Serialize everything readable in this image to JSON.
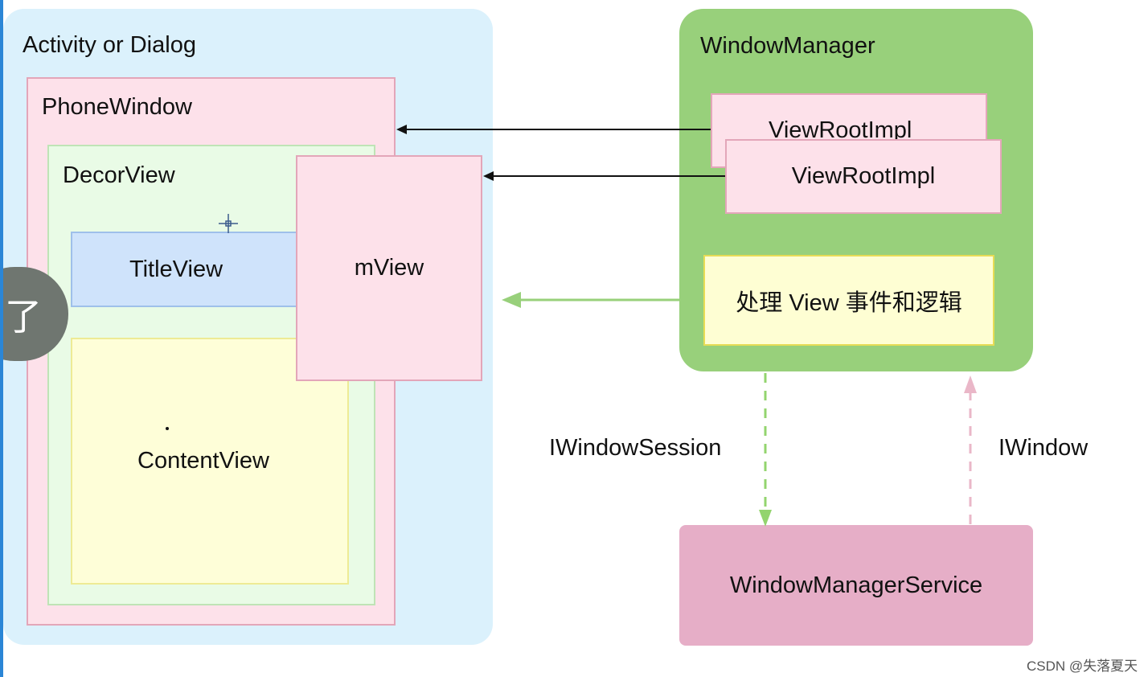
{
  "activity": {
    "label": "Activity or Dialog"
  },
  "phone_window": {
    "label": "PhoneWindow"
  },
  "decor_view": {
    "label": "DecorView"
  },
  "title_view": {
    "label": "TitleView"
  },
  "content_view": {
    "label": "ContentView"
  },
  "m_view": {
    "label": "mView"
  },
  "window_manager": {
    "label": "WindowManager",
    "view_root_impls": [
      {
        "label": "ViewRootImpl"
      },
      {
        "label": "ViewRootImpl"
      }
    ],
    "handler": {
      "label": "处理 View 事件和逻辑"
    }
  },
  "wms": {
    "label": "WindowManagerService"
  },
  "connections": {
    "session": "IWindowSession",
    "window": "IWindow"
  },
  "overlay_badge": {
    "label": "了"
  },
  "watermark": "CSDN @失落夏天",
  "colors": {
    "activity_bg": "#dbf1fc",
    "phone_window_bg": "#fde1ea",
    "decor_bg": "#e9fbe6",
    "title_bg": "#cfe3fb",
    "content_bg": "#fefed8",
    "window_manager_bg": "#98d07b",
    "handler_bg": "#fefed3",
    "wms_bg": "#e6aec7",
    "green_arrow": "#98d07b",
    "session_arrow": "#93d46e",
    "window_arrow": "#eab7c8"
  }
}
